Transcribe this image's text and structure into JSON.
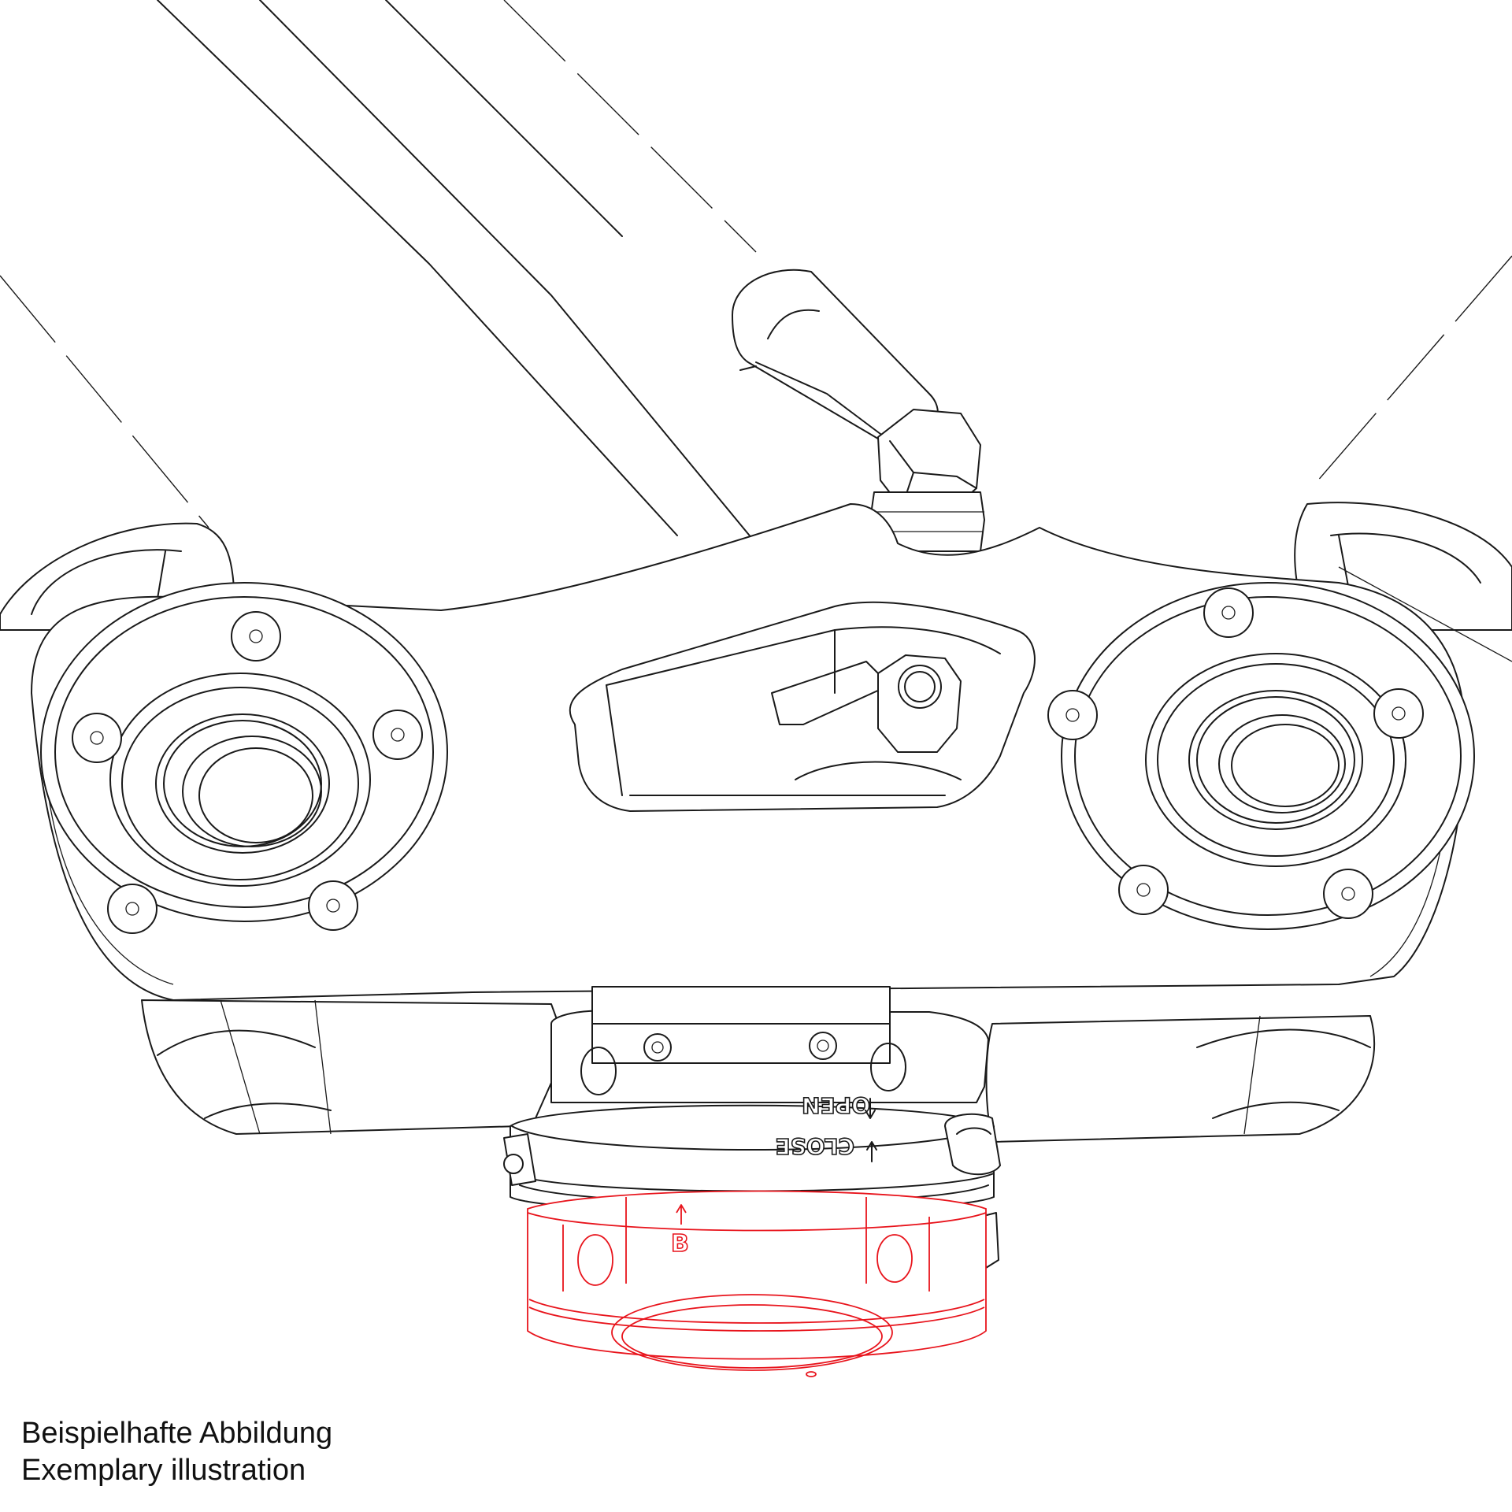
{
  "diagram": {
    "labels": {
      "open": "OPEN",
      "close": "CLOSE",
      "marker": "B"
    },
    "colors": {
      "line": "#1a1a1a",
      "highlight": "#e8141c",
      "background": "#ffffff"
    },
    "highlighted_part": "locking-ring"
  },
  "caption": {
    "line_de": "Beispielhafte Abbildung",
    "line_en": "Exemplary illustration"
  }
}
